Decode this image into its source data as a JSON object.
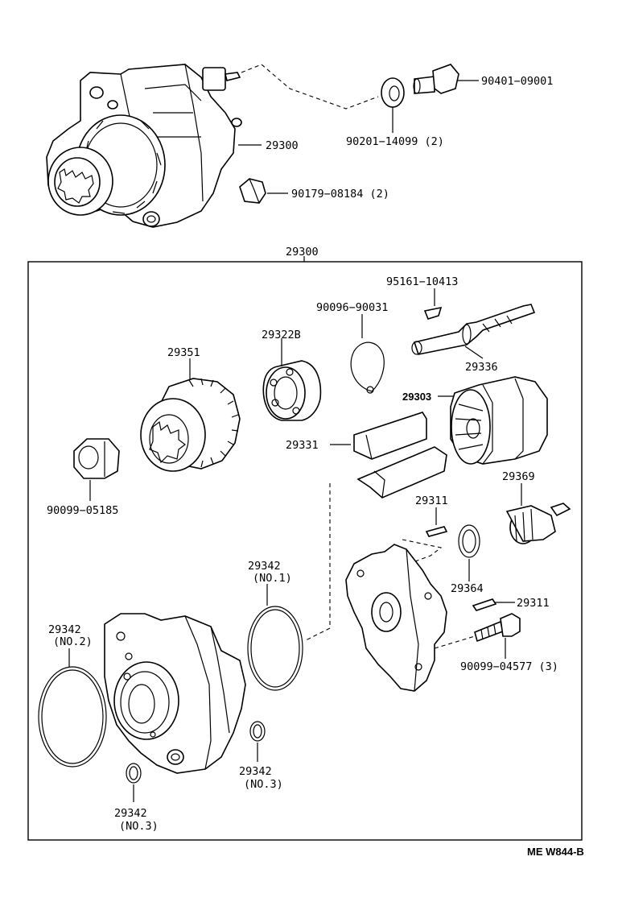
{
  "diagram": {
    "labels": {
      "washer_90201": "90201−14099 (2)",
      "union_90401": "90401−09001",
      "pump_29300_top": "29300",
      "bolt_90179": "90179−08184 (2)",
      "box_title": "29300",
      "pin_95161": "95161−10413",
      "ring_90096": "90096−90031",
      "bearing_29322": "29322B",
      "gear_29351": "29351",
      "shaft_29336": "29336",
      "rotor_29303": "29303",
      "vane_29331": "29331",
      "nut_90099": "90099−05185",
      "pin_29311_a": "29311",
      "check_29369": "29369",
      "oring_29342_no1": "29342",
      "oring_29342_no1_sub": "(NO.1)",
      "oring_29364": "29364",
      "pin_29311_b": "29311",
      "oring_29342_no2": "29342",
      "oring_29342_no2_sub": "(NO.2)",
      "bolt_90099_04577": "90099−04577 (3)",
      "oring_29342_no3_a": "29342",
      "oring_29342_no3_a_sub": "(NO.3)",
      "oring_29342_no3_b": "29342",
      "oring_29342_no3_b_sub": "(NO.3)"
    },
    "footer_code": "ME  W844-B"
  }
}
